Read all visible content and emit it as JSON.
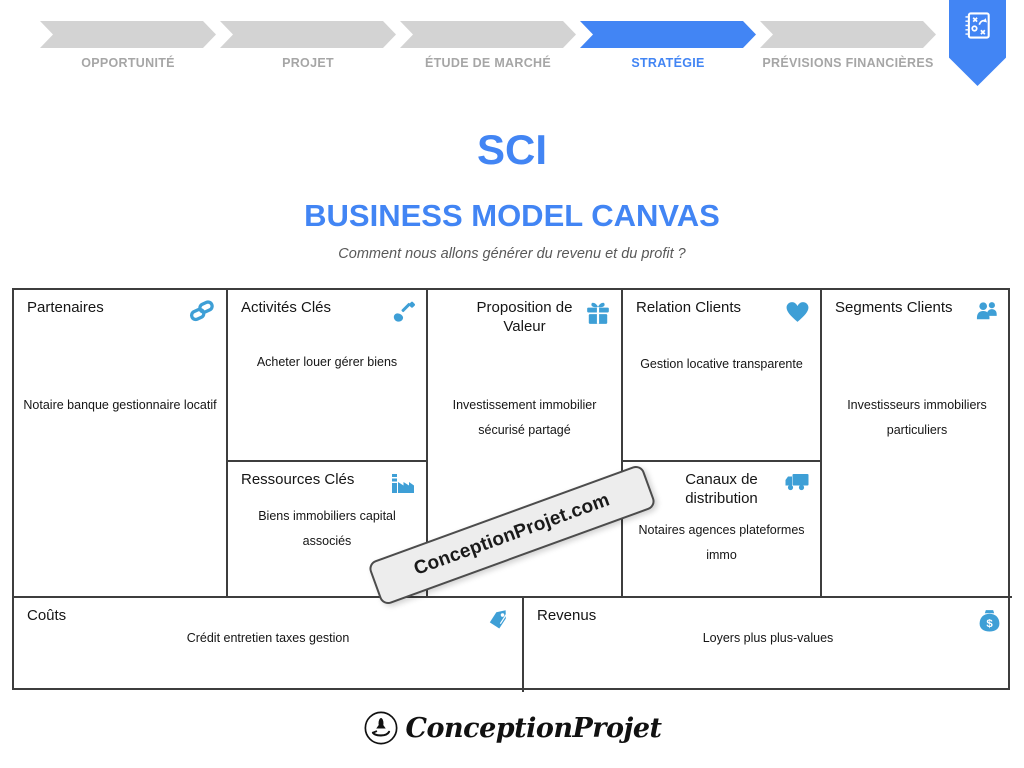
{
  "nav": {
    "steps": [
      {
        "label": "OPPORTUNITÉ",
        "active": false
      },
      {
        "label": "PROJET",
        "active": false
      },
      {
        "label": "ÉTUDE DE MARCHÉ",
        "active": false
      },
      {
        "label": "STRATÉGIE",
        "active": true
      },
      {
        "label": "PRÉVISIONS FINANCIÈRES",
        "active": false
      }
    ],
    "ribbon_icon": "strategy-board-icon"
  },
  "header": {
    "title": "SCI",
    "subtitle": "BUSINESS MODEL CANVAS",
    "tagline": "Comment nous allons générer du revenu et du profit ?"
  },
  "canvas": {
    "partners": {
      "title": "Partenaires",
      "icon": "chain-link-icon",
      "body": "Notaire banque gestionnaire locatif"
    },
    "key_activities": {
      "title": "Activités Clés",
      "icon": "shovel-icon",
      "body": "Acheter louer gérer biens"
    },
    "key_resources": {
      "title": "Ressources Clés",
      "icon": "factory-icon",
      "body": "Biens immobiliers capital associés"
    },
    "value_proposition": {
      "title": "Proposition de Valeur",
      "icon": "gift-icon",
      "body": "Investissement immobilier sécurisé partagé"
    },
    "customer_relations": {
      "title": "Relation Clients",
      "icon": "heart-icon",
      "body": "Gestion locative transparente"
    },
    "channels": {
      "title": "Canaux de distribution",
      "icon": "truck-icon",
      "body": "Notaires agences plateformes immo"
    },
    "customer_segments": {
      "title": "Segments Clients",
      "icon": "people-icon",
      "body": "Investisseurs immobiliers particuliers"
    },
    "costs": {
      "title": "Coûts",
      "icon": "tag-icon",
      "body": "Crédit entretien taxes gestion"
    },
    "revenues": {
      "title": "Revenus",
      "icon": "money-bag-icon",
      "body": "Loyers plus plus-values"
    }
  },
  "watermark": {
    "text": "ConceptionProjet.com"
  },
  "footer": {
    "logo_text": "ConceptionProjet"
  },
  "colors": {
    "accent_blue": "#4285F4",
    "icon_blue": "#3E9FD6",
    "chevron_gray": "#D3D3D3",
    "label_gray": "#A6A6A6",
    "border_dark": "#3D3D3D"
  }
}
